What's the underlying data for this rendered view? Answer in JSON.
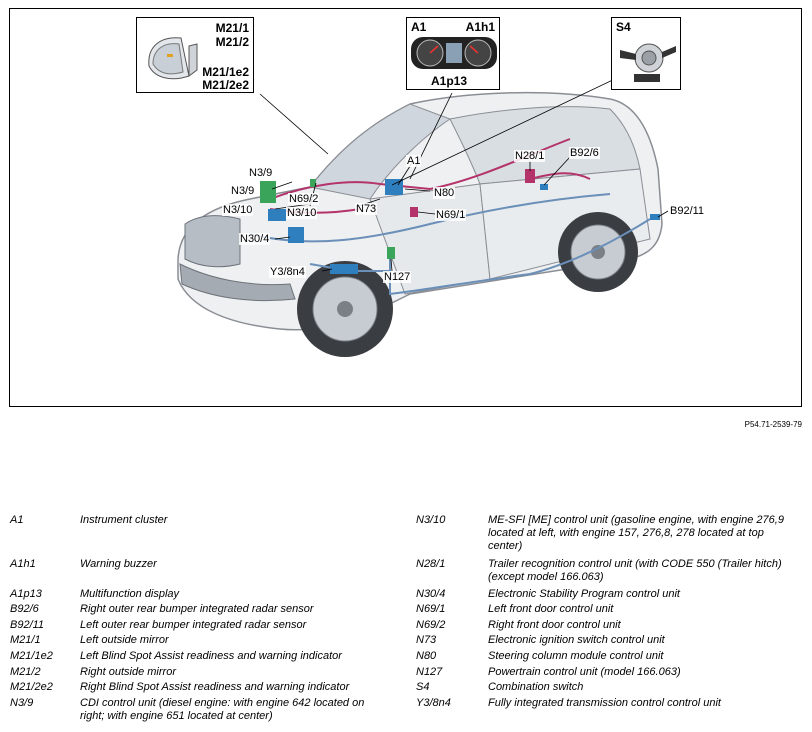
{
  "figure": {
    "number": "P54.71-2539-79",
    "inset_mirrors": {
      "labels": [
        "M21/1",
        "M21/2",
        "M21/1e2",
        "M21/2e2"
      ]
    },
    "inset_cluster": {
      "labels": [
        "A1",
        "A1h1",
        "A1p13"
      ]
    },
    "inset_switch": {
      "labels": [
        "S4"
      ]
    },
    "callouts": [
      "N3/9",
      "N3/9",
      "N3/10",
      "N3/10",
      "N69/2",
      "N73",
      "A1",
      "N80",
      "N69/1",
      "N28/1",
      "B92/6",
      "B92/11",
      "N30/4",
      "Y3/8n4",
      "N127"
    ]
  },
  "legend": {
    "left": [
      {
        "code": "A1",
        "desc": "Instrument cluster"
      },
      {
        "code": "A1h1",
        "desc": "Warning buzzer"
      },
      {
        "code": "A1p13",
        "desc": "Multifunction display"
      },
      {
        "code": "B92/6",
        "desc": "Right outer rear bumper integrated radar sensor"
      },
      {
        "code": "B92/11",
        "desc": "Left outer rear bumper integrated radar sensor"
      },
      {
        "code": "M21/1",
        "desc": "Left outside mirror"
      },
      {
        "code": "M21/1e2",
        "desc": "Left Blind Spot Assist readiness and warning indicator"
      },
      {
        "code": "M21/2",
        "desc": "Right outside mirror"
      },
      {
        "code": "M21/2e2",
        "desc": "Right Blind Spot Assist readiness and warning indicator"
      },
      {
        "code": "N3/9",
        "desc": "CDI control unit (diesel engine: with engine 642 located on right; with engine 651 located at center)"
      }
    ],
    "right": [
      {
        "code": "N3/10",
        "desc": "ME-SFI [ME] control unit (gasoline engine, with engine 276,9 located at left, with engine 157, 276,8, 278 located at top center)"
      },
      {
        "code": "N28/1",
        "desc": "Trailer recognition control unit (with CODE 550 (Trailer hitch) (except model 166.063)"
      },
      {
        "code": "N30/4",
        "desc": "Electronic Stability Program control unit"
      },
      {
        "code": "N69/1",
        "desc": "Left front door control unit"
      },
      {
        "code": "N69/2",
        "desc": "Right front door control unit"
      },
      {
        "code": "N73",
        "desc": "Electronic ignition switch control unit"
      },
      {
        "code": "N80",
        "desc": "Steering column module control unit"
      },
      {
        "code": "N127",
        "desc": "Powertrain control unit (model 166.063)"
      },
      {
        "code": "S4",
        "desc": "Combination switch"
      },
      {
        "code": "Y3/8n4",
        "desc": "Fully integrated transmission control control unit"
      }
    ]
  }
}
